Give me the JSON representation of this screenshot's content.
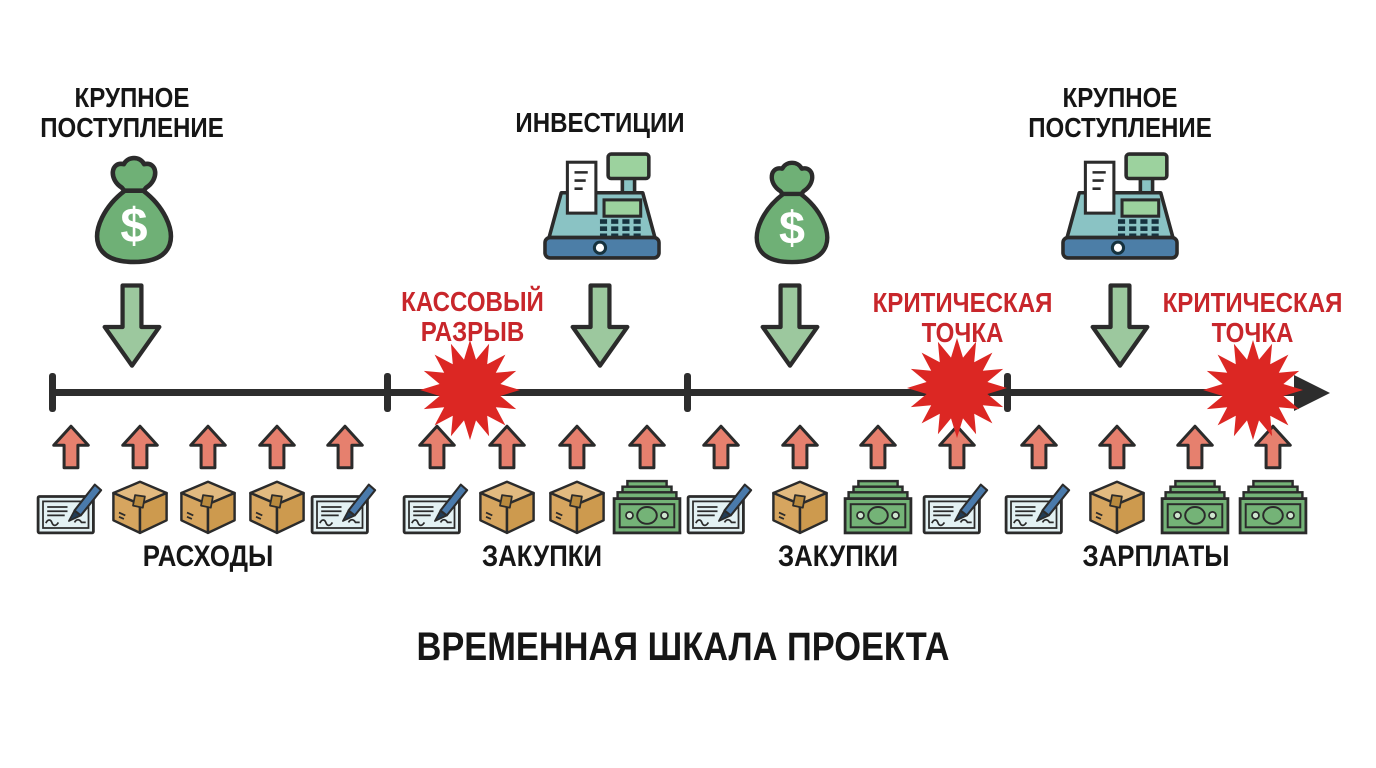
{
  "title": "ВРЕМЕННАЯ ШКАЛА ПРОЕКТА",
  "inflow_labels": [
    {
      "line1": "КРУПНОЕ",
      "line2": "ПОСТУПЛЕНИЕ"
    },
    {
      "line1": "ИНВЕСТИЦИИ",
      "line2": ""
    },
    {
      "line1": "КРУПНОЕ",
      "line2": "ПОСТУПЛЕНИЕ"
    }
  ],
  "inflow_icons": [
    "#icon-money-bag",
    "#icon-register",
    "#icon-money-bag",
    "#icon-register"
  ],
  "crisis_labels": [
    {
      "line1": "КАССОВЫЙ",
      "line2": "РАЗРЫВ"
    },
    {
      "line1": "КРИТИЧЕСКАЯ",
      "line2": "ТОЧКА"
    },
    {
      "line1": "КРИТИЧЕСКАЯ",
      "line2": "ТОЧКА"
    }
  ],
  "groups": [
    {
      "label": "РАСХОДЫ",
      "icons": [
        "#icon-check",
        "#icon-box",
        "#icon-box",
        "#icon-box",
        "#icon-check"
      ]
    },
    {
      "label": "ЗАКУПКИ",
      "icons": [
        "#icon-check",
        "#icon-box",
        "#icon-box",
        "#icon-cash"
      ]
    },
    {
      "label": "ЗАКУПКИ",
      "icons": [
        "#icon-check",
        "#icon-box",
        "#icon-cash",
        "#icon-check"
      ]
    },
    {
      "label": "ЗАРПЛАТЫ",
      "icons": [
        "#icon-check",
        "#icon-box",
        "#icon-cash",
        "#icon-cash"
      ]
    }
  ],
  "icons": {
    "up_arrow": "#arrow-up",
    "down_arrow": "#arrow-down",
    "starburst": "#starburst"
  },
  "colors": {
    "text": "#161616",
    "red_text": "#c8262b",
    "line": "#2d2d2d",
    "green_arrow": "#9cc89e",
    "red_arrow": "#e6806e",
    "starburst": "#dc2723",
    "bag_green": "#6fb076",
    "register_teal": "#8ac3c4",
    "register_blue": "#4c7ea7",
    "screen_green": "#9cd29e",
    "box_top": "#e2ba80",
    "box_left": "#d6a55f",
    "box_right": "#cd9a4e",
    "check_bg": "#e3f1f3",
    "pen_blue": "#4a7aab",
    "cash_green": "#74b377",
    "outline": "#2b2b2b"
  }
}
